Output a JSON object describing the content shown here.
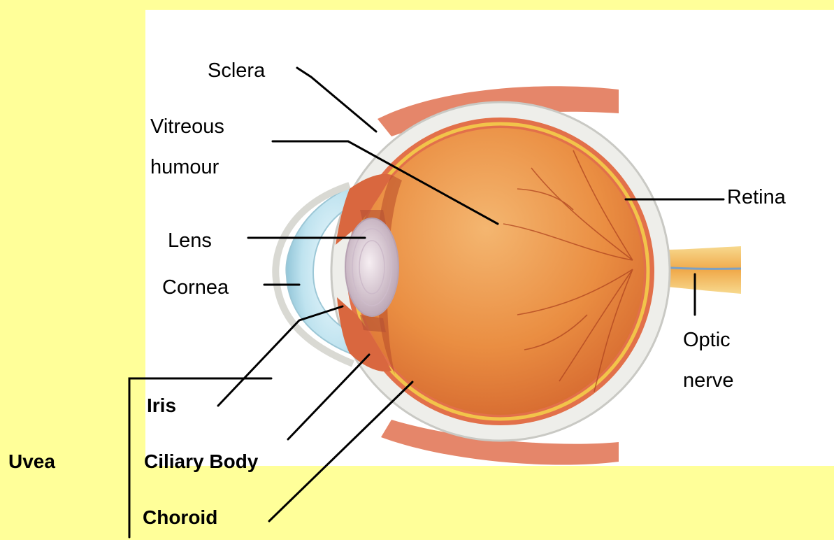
{
  "labels": {
    "sclera": "Sclera",
    "vitreous_1": "Vitreous",
    "vitreous_2": "humour",
    "lens": "Lens",
    "cornea": "Cornea",
    "retina": "Retina",
    "optic_1": "Optic",
    "optic_2": "nerve",
    "iris": "Iris",
    "ciliary": "Ciliary Body",
    "choroid": "Choroid",
    "uvea": "Uvea"
  },
  "colors": {
    "background": "#ffff99",
    "panel": "#ffffff",
    "sclera_wall": "#eeeeea",
    "choroid_layer": "#e2704a",
    "retina_line": "#f2c44a",
    "vitreous": "#e9883a",
    "vitreous_shadow": "#b84a2a",
    "cornea": "#bfe2ee",
    "lens": "#ddd2dc",
    "muscle": "#e7856a",
    "optic_nerve": "#f5c36a"
  }
}
